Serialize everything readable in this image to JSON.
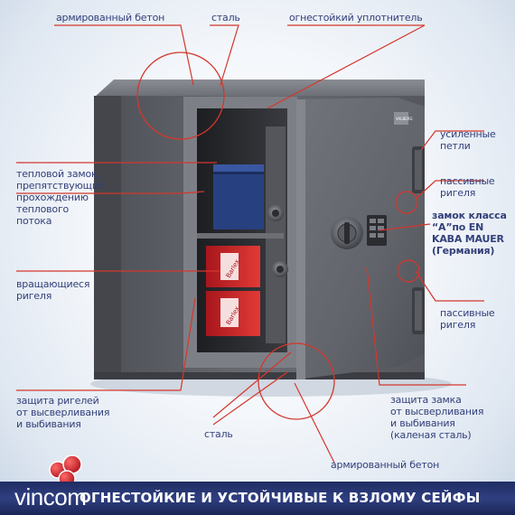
{
  "labels": {
    "reinforced_concrete_top": "армированный бетон",
    "steel_top": "сталь",
    "fire_seal": "огнестойкий уплотнитель",
    "hinges": "усиленные\nпетли",
    "passive_bolts_top": "пассивные\nригеля",
    "lock_class": "замок класса\n“А”по EN\nKABA MAUER\n(Германия)",
    "passive_bolts_bottom": "пассивные\nригеля",
    "thermal_lock": "тепловой замок,\nпрепятствующий\nпрохождению\nтеплового\nпотока",
    "rotating_bolts": "вращающиеся\nригеля",
    "bolt_protection": "защита ригелей\nот высверливания\nи выбивания",
    "lock_protection": "защита замка\nот высверливания\nи выбивания\n(каленая сталь)",
    "steel_bottom": "сталь",
    "reinforced_concrete_bottom": "армированный бетон"
  },
  "product": {
    "brand_plate": "VALBERG",
    "binder_label": "Barlex"
  },
  "banner": {
    "text": "ОГНЕСТОЙКИЕ И УСТОЙЧИВЫЕ К ВЗЛОМУ СЕЙФЫ"
  },
  "logo": {
    "text": "vincom"
  },
  "colors": {
    "label_text": "#33407a",
    "callout_line": "#d4372c",
    "banner": "#26346e",
    "safe_body": "#5e6068",
    "logo_berries": "#c8202a"
  }
}
